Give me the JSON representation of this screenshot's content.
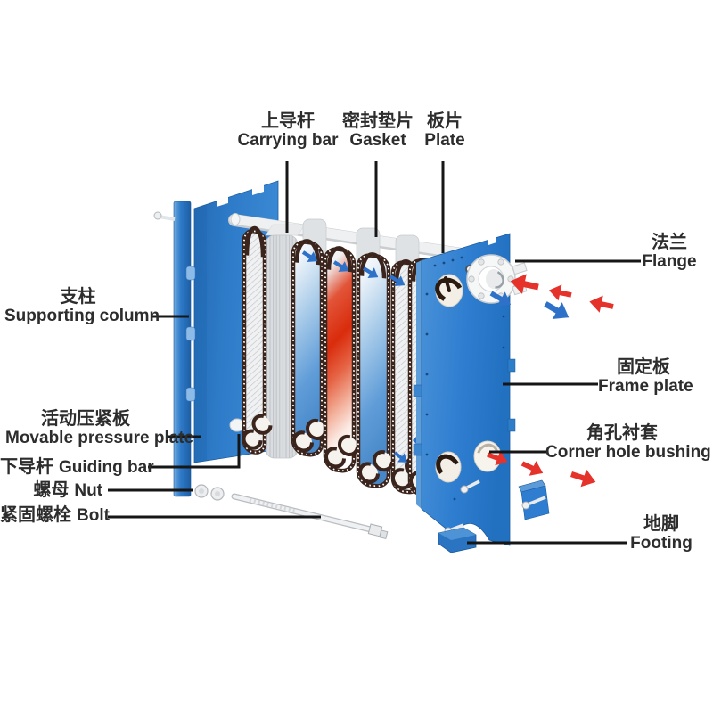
{
  "diagram_subject": "plate heat exchanger exploded view",
  "labels": {
    "carrying_bar": {
      "zh": "上导杆",
      "en": "Carrying bar"
    },
    "gasket": {
      "zh": "密封垫片",
      "en": "Gasket"
    },
    "plate": {
      "zh": "板片",
      "en": "Plate"
    },
    "flange": {
      "zh": "法兰",
      "en": "Flange"
    },
    "supporting_column": {
      "zh": "支柱",
      "en": "Supporting column"
    },
    "frame_plate": {
      "zh": "固定板",
      "en": "Frame plate"
    },
    "movable_pressure_plate": {
      "zh": "活动压紧板",
      "en": "Movable pressure plate"
    },
    "guiding_bar": {
      "zh": "下导杆",
      "en": "Guiding bar"
    },
    "nut": {
      "zh": "螺母",
      "en": "Nut"
    },
    "bolt": {
      "zh": "紧固螺栓",
      "en": "Bolt"
    },
    "corner_hole_bushing": {
      "zh": "角孔衬套",
      "en": "Corner hole bushing"
    },
    "footing": {
      "zh": "地脚",
      "en": "Footing"
    }
  },
  "colors": {
    "frame_blue": "#2e7dd0",
    "deep_blue": "#1d5c9e",
    "hot_plate_red": "#d92c0e",
    "hot_arrow_red": "#e5322a",
    "cold_arrow_blue": "#2d72c8",
    "gasket_brown": "#3a241c",
    "metal_gray": "#e9ebec",
    "leader_line": "#161616",
    "label_text": "#2d2d2d",
    "background": "#ffffff"
  }
}
